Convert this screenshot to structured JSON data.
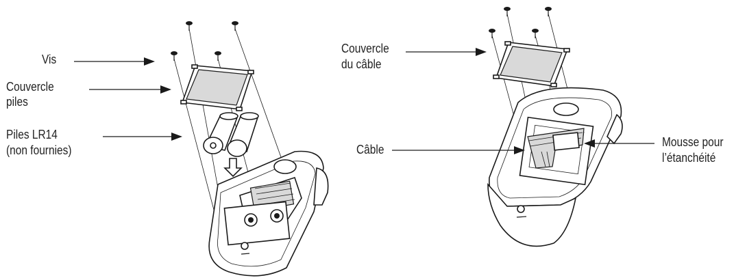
{
  "left_figure": {
    "labels": {
      "screws": "Vis",
      "battery_cover_line1": "Couvercle",
      "battery_cover_line2": "piles",
      "batteries_line1": "Piles LR14",
      "batteries_line2": "(non fournies)"
    }
  },
  "right_figure": {
    "labels": {
      "cable_cover_line1": "Couvercle",
      "cable_cover_line2": "du câble",
      "cable": "Câble",
      "foam_line1": "Mousse pour",
      "foam_line2": "l’étanchéité"
    }
  }
}
